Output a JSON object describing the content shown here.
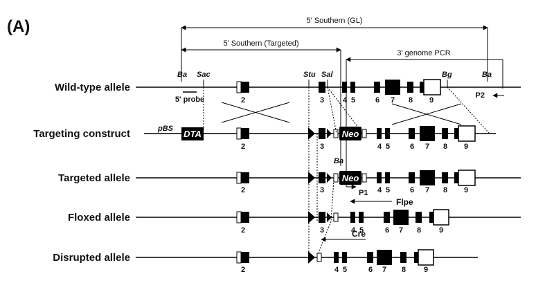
{
  "panel_label": "(A)",
  "rows": {
    "wild_type": "Wild-type allele",
    "construct": "Targeting construct",
    "targeted": "Targeted allele",
    "floxed": "Floxed allele",
    "disrupted": "Disrupted allele"
  },
  "spans": {
    "southern_gl": "5' Southern (GL)",
    "southern_targeted": "5' Southern (Targeted)",
    "genome_pcr": "3' genome PCR"
  },
  "sites": {
    "ba": "Ba",
    "sac": "Sac",
    "stu": "Stu",
    "sal": "Sal",
    "bg": "Bg"
  },
  "probe": "5' probe",
  "primers": {
    "p1": "P1",
    "p2": "P2"
  },
  "cassettes": {
    "neo": "Neo",
    "dta": "DTA",
    "pbs": "pBS"
  },
  "recombinases": {
    "flpe": "Flpe",
    "cre": "Cre"
  },
  "exons": {
    "e2": "2",
    "e3": "3",
    "e4": "4",
    "e5": "5",
    "e6": "6",
    "e7": "7",
    "e8": "8",
    "e9": "9"
  }
}
